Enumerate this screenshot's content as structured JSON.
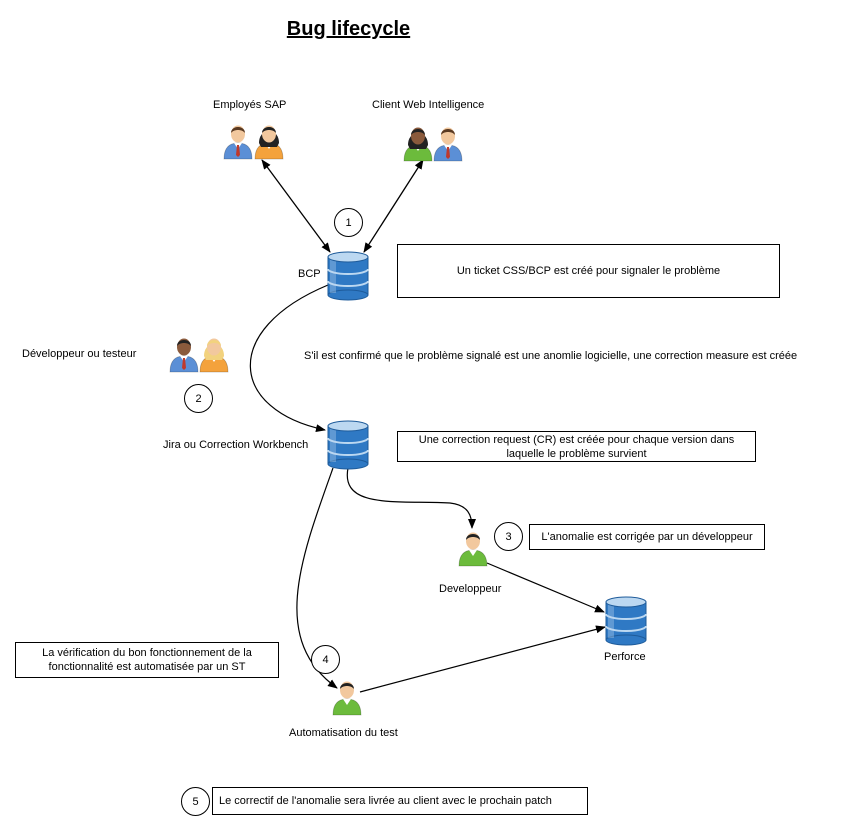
{
  "title": "Bug lifecycle",
  "actors": {
    "employes": "Employés SAP",
    "client": "Client Web Intelligence",
    "dev_testeur": "Développeur ou testeur",
    "developpeur": "Developpeur",
    "automatisation": "Automatisation du test"
  },
  "systems": {
    "bcp": "BCP",
    "jira": "Jira ou Correction Workbench",
    "perforce": "Perforce"
  },
  "notes": {
    "ticket": "Un ticket CSS/BCP est créé pour signaler le problème",
    "confirm": "S'il est confirmé que le problème signalé est une anomlie logicielle, une correction measure est créée",
    "cr_line1": "Une correction request (CR) est créée pour chaque version dans",
    "cr_line2": "laquelle le problème survient",
    "corrige": "L'anomalie est corrigée par un développeur",
    "verif_line1": "La vérification du bon fonctionnement de la",
    "verif_line2": "fonctionnalité est automatisée par un ST",
    "livraison": "Le  correctif de l'anomalie sera livrée au client avec le prochain patch"
  },
  "steps": [
    "1",
    "2",
    "3",
    "4",
    "5"
  ],
  "colors": {
    "db_light": "#bcd8f1",
    "db_dark": "#2f79c4",
    "shirt_blue": "#5b8fd6",
    "shirt_orange": "#f4a23c",
    "shirt_green": "#6cbb3c",
    "skin": "#f2c89e",
    "hair_brown": "#5a3a22",
    "hair_black": "#222222",
    "hair_blonde": "#f2d27e"
  },
  "icons": [
    "person-icon",
    "database-icon"
  ]
}
